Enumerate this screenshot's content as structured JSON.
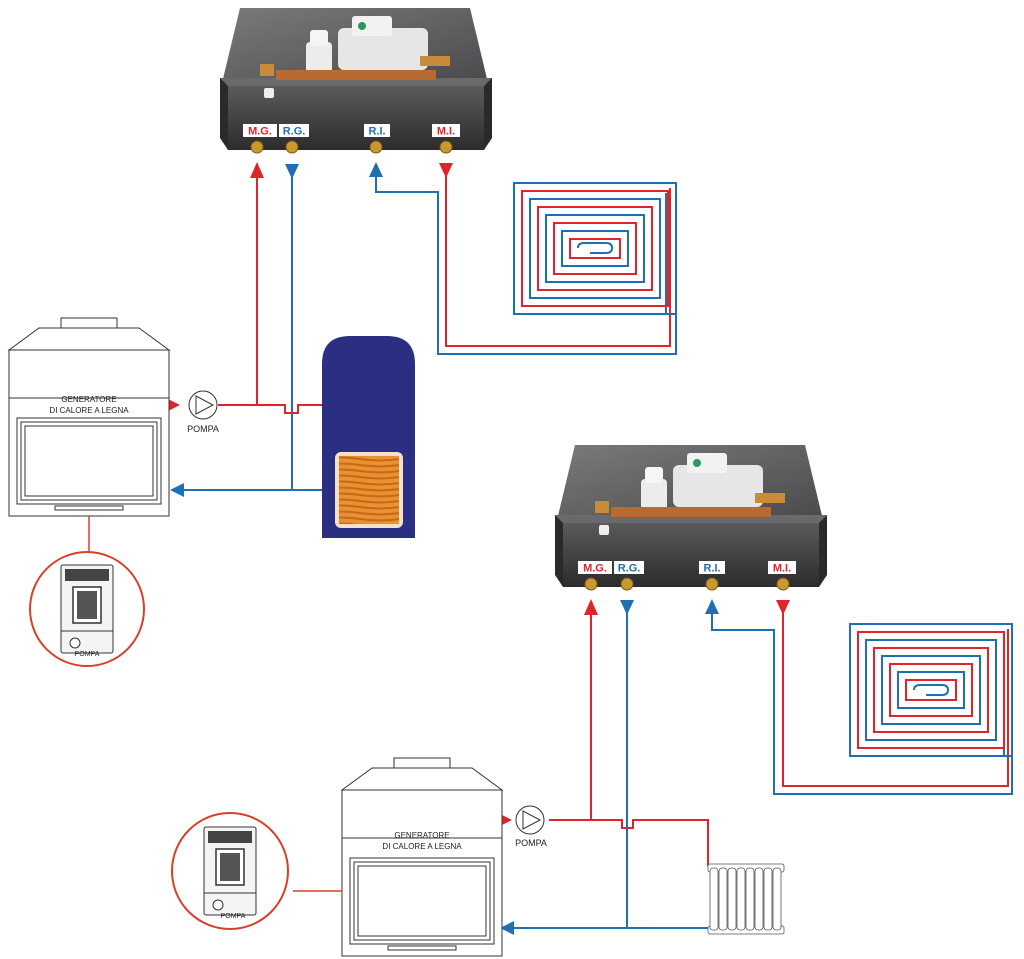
{
  "colors": {
    "supply": "#e0242b",
    "return": "#1f6fb2",
    "tank": "#2b2f82",
    "coil": "#e8912f",
    "box": "#3a3a3c",
    "outline": "#333333",
    "zoom": "#d9402a"
  },
  "generator_label_line1": "GENERATORE",
  "generator_label_line2": "DI CALORE A LEGNA",
  "pump_label": "POMPA",
  "inset_pump_label": "POMPA",
  "port_labels": {
    "mg": "M.G.",
    "rg": "R.G.",
    "ri": "R.I.",
    "mi": "M.I."
  },
  "icons": [
    "pump-icon",
    "radiator-icon",
    "underfloor-coil-icon",
    "puffer-tank-icon",
    "manifold-box-icon",
    "stove-icon"
  ]
}
